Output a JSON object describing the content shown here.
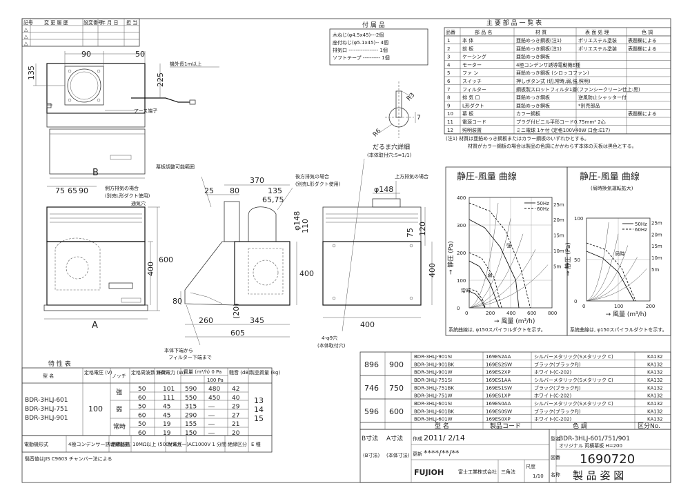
{
  "revision_block": {
    "headers": [
      "記号",
      "変 更 履 歴",
      "設変番号",
      "年 月 日",
      "担 当"
    ],
    "marks": [
      "△",
      "△",
      "△"
    ]
  },
  "accessories": {
    "title": "付 属 品",
    "items": [
      "木ねじ(φ4.5x45)---2個",
      "座付ねじ(φ5.1x45)-- 4個",
      "排気口 ----------------- 1個",
      "ソフトテープ ---------- 1個"
    ]
  },
  "parts_table": {
    "title": "主 要 部 品 一 覧 表",
    "headers": [
      "品番",
      "部 品 名",
      "材 質",
      "表 面 処 理",
      "色 調"
    ],
    "rows": [
      [
        "1",
        "本 体",
        "亜鉛めっき鋼板(注1)",
        "ポリエステル塗装",
        "表題欄による"
      ],
      [
        "2",
        "前 板",
        "亜鉛めっき鋼板(注1)",
        "ポリエステル塗装",
        "表題欄による"
      ],
      [
        "3",
        "ケーシング",
        "亜鉛めっき鋼板",
        "",
        ""
      ],
      [
        "4",
        "モーター",
        "4極コンデンサ誘導電動機E種",
        "",
        ""
      ],
      [
        "5",
        "ファ ン",
        "亜鉛めっき鋼板 (シロッコファン)",
        "",
        ""
      ],
      [
        "6",
        "スイッチ",
        "押しボタン式 (切,常時,弱,強,照明)",
        "",
        ""
      ],
      [
        "7",
        "フィルター",
        "鋼板製スロットフィルタ1層(ファンシークリーン仕上:黒)",
        "",
        ""
      ],
      [
        "8",
        "排 気 口",
        "亜鉛めっき鋼板",
        "逆風防止シャッター付",
        ""
      ],
      [
        "9",
        "L形ダクト",
        "亜鉛めっき鋼板",
        "*別売部品",
        ""
      ],
      [
        "10",
        "幕 板",
        "カラー鋼板",
        "",
        "表題欄による"
      ],
      [
        "11",
        "電源コード",
        "プラグ付ビニル平形コード0.75mm² 2心",
        "",
        ""
      ],
      [
        "12",
        "照明装置",
        "ミニ電球 1ケ付 (定格100V40W 口金:E17)",
        "",
        ""
      ]
    ],
    "notes": [
      "(注1) 材質は亜鉛めっき鋼板またはカラー鋼板のいずれかとする。",
      "材質がカラー鋼板の場合は製品の色調にかかわらず本体の天板は黒色とする。"
    ]
  },
  "drawing_labels": {
    "dim_90": "90",
    "dim_50": "50",
    "dim_135": "135",
    "dim_225": "225",
    "cord_length": "機外長1m以上",
    "earth_terminal": "アース端子",
    "dim_B": "B",
    "R3": "R3",
    "R6": "R6",
    "dim_7": "7",
    "keyhole_title": "だるま穴詳細",
    "keyhole_sub": "(本体取付穴:S=1/1)",
    "maku_range": "幕板調整可能範囲",
    "side_exhaust": "側方排気の場合",
    "side_exhaust_sub": "(別売L形ダクト使用)",
    "vent_hole": "通気穴",
    "rear_exhaust": "後方排気の場合",
    "rear_exhaust_sub": "(別売L形ダクト使用)",
    "top_exhaust": "上方排気の場合",
    "dim_75": "75",
    "dim_65": "65",
    "dim_90b": "90",
    "dim_25": "25",
    "dim_80": "80",
    "dim_370": "370",
    "dim_135b": "135",
    "dim_6575": "65,75",
    "dim_148": "φ148",
    "dim_148b": "φ148",
    "dim_110": "110",
    "dim_120": "120",
    "dim_75b": "75",
    "dim_600": "600",
    "dim_400": "400",
    "dim_400b": "400",
    "dim_80b": "80",
    "dim_20": "(20)",
    "dim_A": "A",
    "dim_260": "260",
    "dim_345": "345",
    "dim_605": "605",
    "dim_400c": "400",
    "filter_note_1": "本体下端から",
    "filter_note_2": "フィルター下端まで",
    "holes_1": "4-φ9穴",
    "holes_2": "(本体取付穴)"
  },
  "chart_data": [
    {
      "type": "line",
      "title": "静圧-風量 曲線",
      "xlabel": "→ 風量 (m³/h)",
      "ylabel": "→ 静圧 (Pa)",
      "xlim": [
        0,
        800
      ],
      "ylim": [
        0,
        400
      ],
      "x_ticks": [
        0,
        200,
        400,
        600,
        800
      ],
      "y_ticks": [
        0,
        100,
        200,
        300,
        400
      ],
      "legend": [
        "50Hz",
        "60Hz"
      ],
      "legend_position": "top-right",
      "curve_labels": [
        "強",
        "弱",
        "常時"
      ],
      "duct_labels": [
        "25m",
        "20m",
        "15m",
        "10m",
        "5m"
      ],
      "footnote": "系統曲線は, φ150スパイラルダクトを示す。",
      "series": [
        {
          "name": "強 50Hz",
          "x": [
            0,
            150,
            300,
            450,
            480
          ],
          "y": [
            320,
            290,
            220,
            100,
            0
          ]
        },
        {
          "name": "強 60Hz",
          "x": [
            0,
            200,
            350,
            500,
            590
          ],
          "y": [
            380,
            350,
            280,
            140,
            0
          ]
        },
        {
          "name": "弱 50Hz",
          "x": [
            0,
            100,
            200,
            290
          ],
          "y": [
            170,
            150,
            90,
            0
          ]
        },
        {
          "name": "弱 60Hz",
          "x": [
            0,
            120,
            240,
            315
          ],
          "y": [
            200,
            180,
            110,
            0
          ]
        },
        {
          "name": "常時 50Hz",
          "x": [
            0,
            60,
            120,
            150
          ],
          "y": [
            60,
            50,
            25,
            0
          ]
        },
        {
          "name": "常時 60Hz",
          "x": [
            0,
            70,
            130,
            155
          ],
          "y": [
            70,
            60,
            30,
            0
          ]
        }
      ]
    },
    {
      "type": "line",
      "title": "静圧-風量 曲線",
      "subtitle": "(局時換気運転拡大)",
      "xlabel": "→ 風量 (m³/h)",
      "ylabel": "→ 静圧 (Pa)",
      "xlim": [
        0,
        200
      ],
      "ylim": [
        0,
        100
      ],
      "x_ticks": [
        0,
        100,
        200
      ],
      "y_ticks": [
        0,
        50,
        100
      ],
      "legend": [
        "50Hz",
        "60Hz"
      ],
      "legend_position": "top-right",
      "curve_labels": [
        "局時"
      ],
      "duct_labels": [
        "25m",
        "20m",
        "15m",
        "10m",
        "5m"
      ],
      "footnote": "系統曲線は, φ150スパイラルダクトを示す。",
      "series": [
        {
          "name": "常時 50Hz",
          "x": [
            0,
            50,
            100,
            150
          ],
          "y": [
            60,
            52,
            35,
            0
          ]
        },
        {
          "name": "常時 60Hz",
          "x": [
            0,
            60,
            110,
            155
          ],
          "y": [
            70,
            62,
            40,
            0
          ]
        }
      ]
    }
  ],
  "spec_table": {
    "title": "特 性 表",
    "headers": [
      "型 名",
      "定格電圧 (V)",
      "ノッチ",
      "定格周波数 (Hz)",
      "消費電力 (W)",
      "風量 (m³/h) 0 Pa",
      "100 Pa",
      "騒音 (dB)",
      "製品質量 (kg)"
    ],
    "models": [
      "BDR-3HLJ-601",
      "BDR-3HLJ-751",
      "BDR-3HLJ-901"
    ],
    "voltage": "100",
    "notches": [
      "強",
      "弱",
      "常時"
    ],
    "rows": [
      [
        "50",
        "101",
        "590",
        "480",
        "42"
      ],
      [
        "60",
        "111",
        "550",
        "450",
        "40"
      ],
      [
        "50",
        "45",
        "315",
        "―",
        "29"
      ],
      [
        "60",
        "45",
        "290",
        "―",
        "27"
      ],
      [
        "50",
        "19",
        "155",
        "―",
        "21"
      ],
      [
        "60",
        "19",
        "150",
        "―",
        "20"
      ]
    ],
    "masses": [
      "13",
      "14",
      "15"
    ],
    "footer": [
      "電動機形式",
      "4極コンデンサー誘導電動機",
      "絶縁抵抗",
      "10MΩ以上 (500Vメガー)",
      "耐電圧",
      "AC1000V 1 分間",
      "絶縁区分",
      "E 種"
    ],
    "noise_note": "騒音値はJIS C9603 チャンバー法による"
  },
  "product_table": {
    "groups": [
      {
        "B": "896",
        "A": "900",
        "rows": [
          [
            "BDR-3HLJ-901SI",
            "169ES2AA",
            "シルバーメタリック(Sメタリック C)",
            "KA132"
          ],
          [
            "BDR-3HLJ-901BK",
            "169ES2SW",
            "ブラック(ブラックFJ)",
            "KA132"
          ],
          [
            "BDR-3HLJ-901W",
            "169ES2XP",
            "ホワイト(C-202)",
            "KA132"
          ]
        ]
      },
      {
        "B": "746",
        "A": "750",
        "rows": [
          [
            "BDR-3HLJ-751SI",
            "169ES1AA",
            "シルバーメタリック(Sメタリック C)",
            "KA132"
          ],
          [
            "BDR-3HLJ-751BK",
            "169ES1SW",
            "ブラック(ブラックFJ)",
            "KA132"
          ],
          [
            "BDR-3HLJ-751W",
            "169ES1XP",
            "ホワイト(C-202)",
            "KA132"
          ]
        ]
      },
      {
        "B": "596",
        "A": "600",
        "rows": [
          [
            "BDR-3HLJ-601SI",
            "169ES0AA",
            "シルバーメタリック(Sメタリック C)",
            "KA132"
          ],
          [
            "BDR-3HLJ-601BK",
            "169ES0SW",
            "ブラック(ブラックFJ)",
            "KA132"
          ],
          [
            "BDR-3HLJ-601W",
            "169ES0XP",
            "ホワイト(C-202)",
            "KA132"
          ]
        ]
      }
    ],
    "header_row": [
      "型 名",
      "製品コード",
      "色 調",
      "区分No."
    ],
    "b_label": "B寸法",
    "a_label": "A寸法"
  },
  "title_block": {
    "create_label": "作成",
    "create_date": "2011/ 2/14",
    "update_label": "更新",
    "update_date": "****/**/**",
    "b_dim_label": "(B寸法)",
    "a_dim_label": "(本体寸法)",
    "company_logo": "FUJIOH",
    "company_name": "富士工業株式会社",
    "projection": "三角法",
    "scale_label": "尺度",
    "scale": "1/10",
    "model_label": "型名",
    "model": "BDR-3HLJ-601/751/901",
    "model_sub": "オリジナル 両横幕板 H=200",
    "drawing_no_label": "図番",
    "drawing_no": "1690720",
    "title_label": "名称",
    "title": "製 品 姿 図"
  }
}
